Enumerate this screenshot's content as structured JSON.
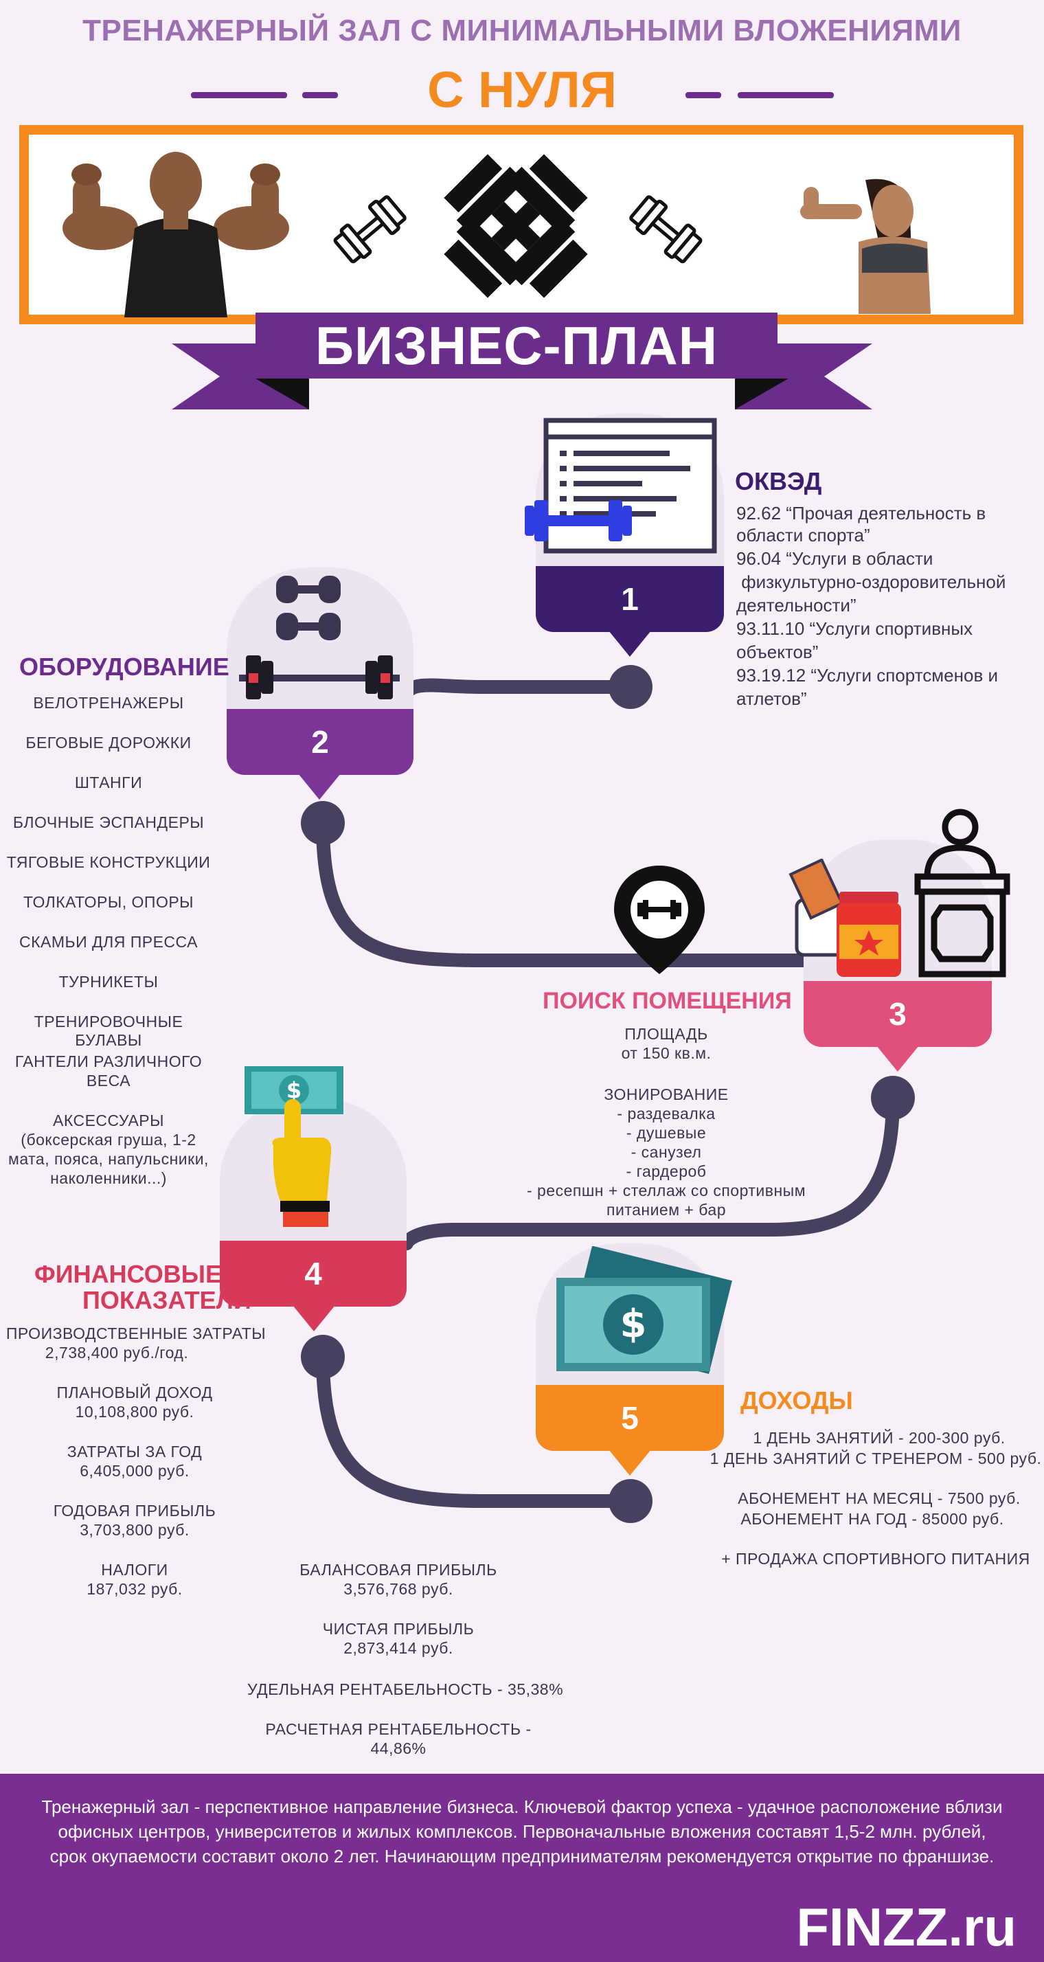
{
  "header": {
    "title": "ТРЕНАЖЕРНЫЙ ЗАЛ С МИНИМАЛЬНЫМИ ВЛОЖЕНИЯМИ",
    "subtitle": "С НУЛЯ"
  },
  "ribbon": {
    "label": "БИЗНЕС-ПЛАН"
  },
  "colors": {
    "purple": "#6b2d8c",
    "orange": "#f58a1f",
    "navy": "#3a3550",
    "pink": "#e0506e",
    "red": "#d83b5a"
  },
  "icons": [
    "dumbbell-icon",
    "crossed-dumbbells-logo",
    "browser-code-icon",
    "location-pin-icon",
    "money-icon",
    "hand-pointer-icon",
    "supplements-icon",
    "reception-desk-icon"
  ],
  "steps": [
    {
      "number": "1",
      "heading": "ОКВЭД",
      "lines": [
        "92.62 “Прочая деятельность в",
        "области спорта”",
        "96.04 “Услуги в области",
        " физкультурно-оздоровительной",
        "деятельности”",
        "93.11.10 “Услуги спортивных",
        "объектов”",
        "93.19.12 “Услуги спортсменов и",
        "атлетов”"
      ]
    },
    {
      "number": "2",
      "heading": "ОБОРУДОВАНИЕ",
      "items": [
        "ВЕЛОТРЕНАЖЕРЫ",
        "БЕГОВЫЕ ДОРОЖКИ",
        "ШТАНГИ",
        "БЛОЧНЫЕ ЭСПАНДЕРЫ",
        "ТЯГОВЫЕ КОНСТРУКЦИИ",
        "ТОЛКАТОРЫ, ОПОРЫ",
        "СКАМЬИ ДЛЯ ПРЕССА",
        "ТУРНИКЕТЫ",
        "ТРЕНИРОВОЧНЫЕ БУЛАВЫ",
        "ГАНТЕЛИ РАЗЛИЧНОГО",
        "ВЕСА",
        "АКСЕССУАРЫ",
        "(боксерская груша, 1-2",
        "мата, пояса, напульсники,",
        "наколенники...)"
      ]
    },
    {
      "number": "3",
      "heading": "ПОИСК ПОМЕЩЕНИЯ",
      "lines": [
        "ПЛОЩАДЬ",
        "от 150 кв.м.",
        "ЗОНИРОВАНИЕ",
        "- раздевалка",
        "- душевые",
        "- санузел",
        "- гардероб",
        "- ресепшн + стеллаж со спортивным",
        "питанием + бар"
      ]
    },
    {
      "number": "4",
      "heading_line1": "ФИНАНСОВЫЕ",
      "heading_line2": "ПОКАЗАТЕЛИ",
      "left": [
        {
          "label": "ПРОИЗВОДСТВЕННЫЕ ЗАТРАТЫ",
          "value": "2,738,400 руб./год."
        },
        {
          "label": "ПЛАНОВЫЙ ДОХОД",
          "value": "10,108,800 руб."
        },
        {
          "label": "ЗАТРАТЫ ЗА ГОД",
          "value": "6,405,000 руб."
        },
        {
          "label": "ГОДОВАЯ ПРИБЫЛЬ",
          "value": "3,703,800 руб."
        },
        {
          "label": "НАЛОГИ",
          "value": "187,032 руб."
        }
      ],
      "right": [
        {
          "label": "БАЛАНСОВАЯ ПРИБЫЛЬ",
          "value": "3,576,768 руб."
        },
        {
          "label": "ЧИСТАЯ ПРИБЫЛЬ",
          "value": "2,873,414 руб."
        },
        {
          "label": "УДЕЛЬНАЯ РЕНТАБЕЛЬНОСТЬ - 35,38%",
          "value": ""
        },
        {
          "label": "РАСЧЕТНАЯ РЕНТАБЕЛЬНОСТЬ -",
          "value": "44,86%"
        }
      ]
    },
    {
      "number": "5",
      "heading": "ДОХОДЫ",
      "lines": [
        "1 ДЕНЬ ЗАНЯТИЙ - 200-300 руб.",
        "1 ДЕНЬ ЗАНЯТИЙ С ТРЕНЕРОМ - 500 руб.",
        "АБОНЕМЕНТ НА МЕСЯЦ - 7500 руб.",
        "АБОНЕМЕНТ НА ГОД - 85000 руб.",
        "+ ПРОДАЖА  СПОРТИВНОГО ПИТАНИЯ"
      ]
    }
  ],
  "footer": {
    "text": "Тренажерный зал -  перспективное направление бизнеса. Ключевой фактор успеха - удачное расположение вблизи офисных центров, университетов и жилых комплексов. Первоначальные вложения составят 1,5-2 млн. рублей, срок окупаемости составит около 2 лет. Начинающим предпринимателям рекомендуется открытие по франшизе.",
    "brand": "FINZZ.ru"
  }
}
